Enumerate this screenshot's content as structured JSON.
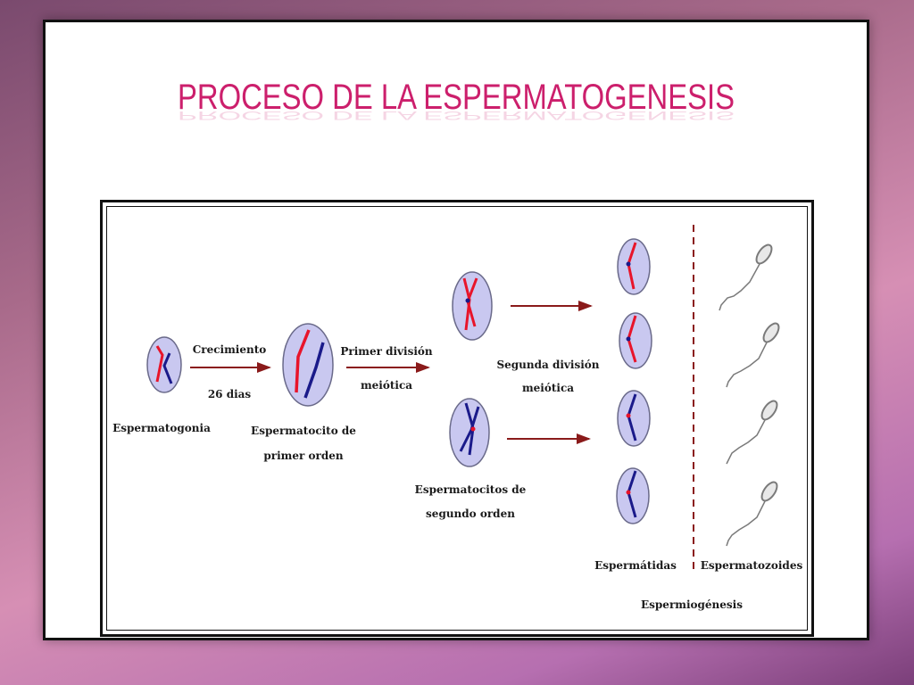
{
  "slide": {
    "title": "PROCESO DE LA ESPERMATOGENESIS"
  },
  "diagram": {
    "labels": {
      "espermatogonia": "Espermatogonia",
      "crecimiento": "Crecimiento",
      "dias": "26 dias",
      "espermatocito1_line1": "Espermatocito de",
      "espermatocito1_line2": "primer orden",
      "primer_div_line1": "Primer división",
      "primer_div_line2": "meiótica",
      "segunda_div_line1": "Segunda división",
      "segunda_div_line2": "meiótica",
      "espermatocitos2_line1": "Espermatocitos de",
      "espermatocitos2_line2": "segundo orden",
      "espermatidas": "Espermátidas",
      "espermatozoides": "Espermatozoides",
      "espermiogenesis": "Espermiogénesis"
    },
    "colors": {
      "cell_fill": "#c9c8f0",
      "cell_stroke": "#6a6a8a",
      "chromosome_red": "#e8142a",
      "chromosome_blue": "#1a1a8a",
      "arrow": "#8a1a1a",
      "divider": "#8a1a1a"
    }
  }
}
